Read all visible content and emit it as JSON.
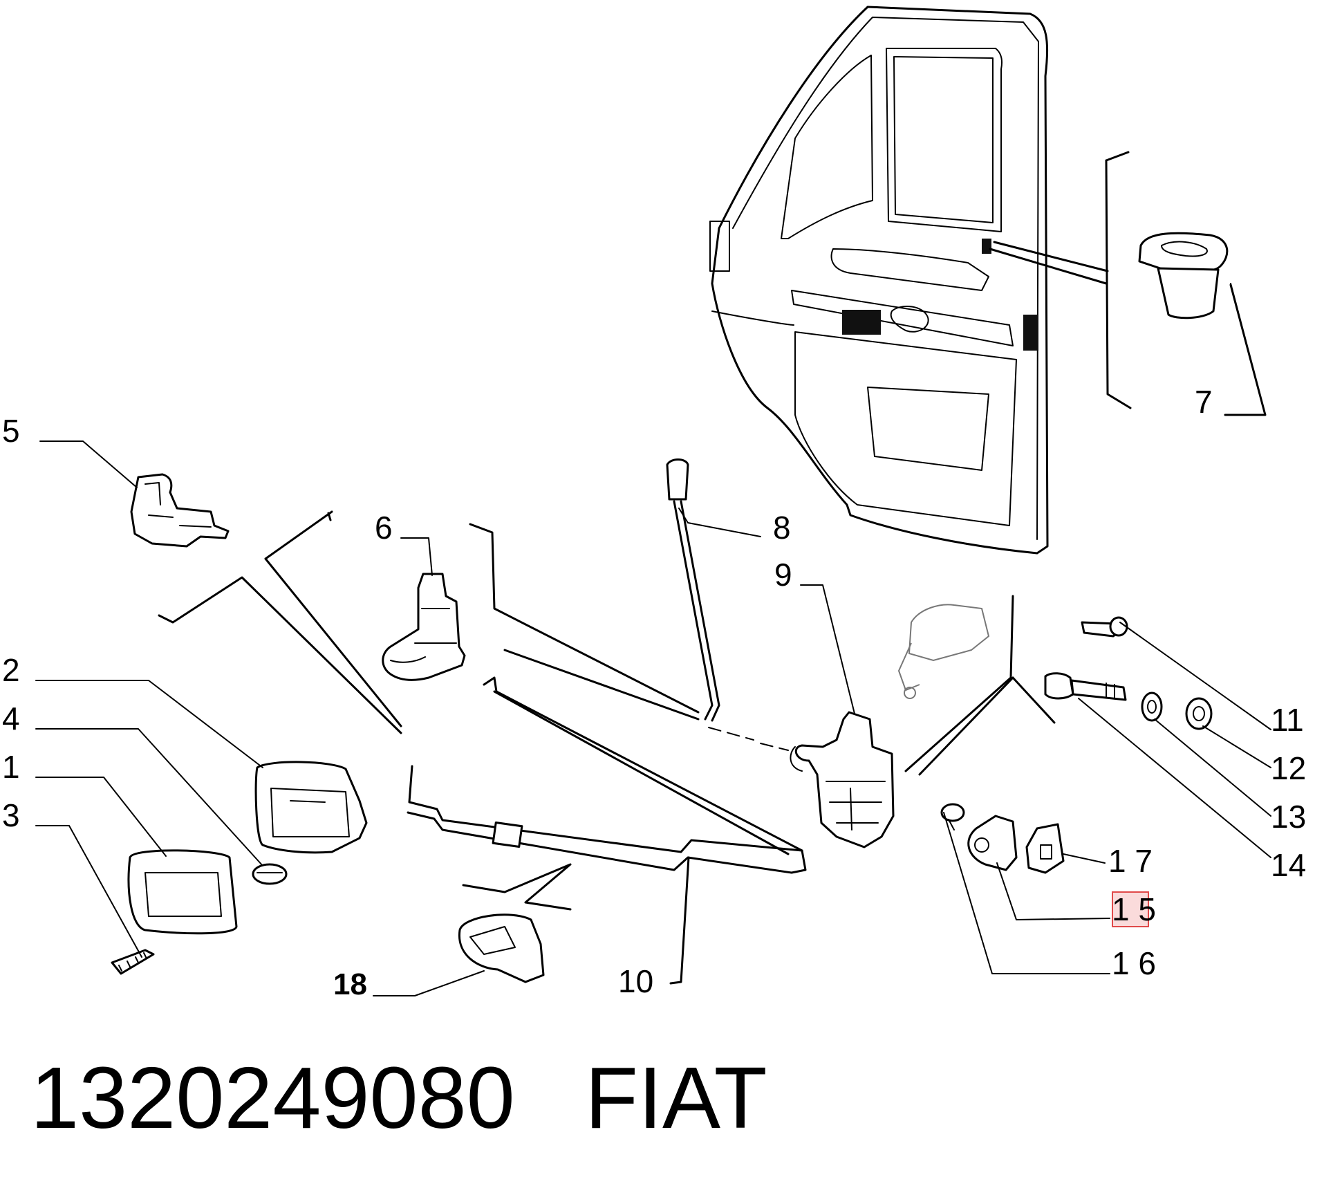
{
  "labels": {
    "l1": "1",
    "l2": "2",
    "l3": "3",
    "l4": "4",
    "l5": "5",
    "l6": "6",
    "l7": "7",
    "l8": "8",
    "l9": "9",
    "l10": "10",
    "l11": "11",
    "l12": "12",
    "l13": "13",
    "l14": "14",
    "l15": "1 5",
    "l16": "1 6",
    "l17": "1 7",
    "l18": "18"
  },
  "footer": {
    "part_number": "1320249080",
    "brand": "FIAT"
  },
  "highlight_color": "#e04a4a"
}
